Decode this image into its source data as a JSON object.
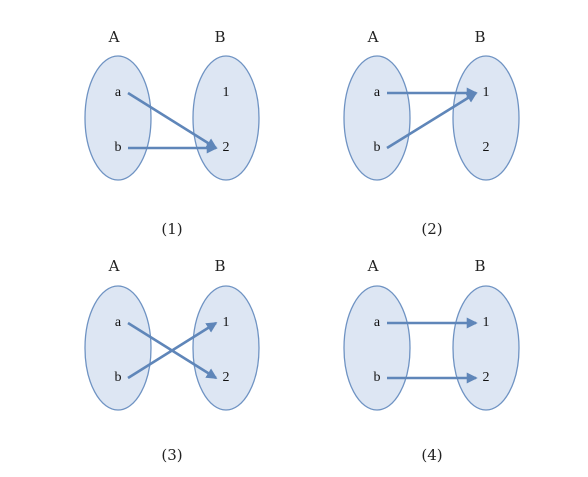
{
  "diagrams": [
    {
      "caption": "(1)",
      "set_a_label": "A",
      "set_b_label": "B",
      "domain": [
        "a",
        "b"
      ],
      "codomain": [
        "1",
        "2"
      ],
      "mapping": [
        [
          "a",
          "2"
        ],
        [
          "b",
          "2"
        ]
      ]
    },
    {
      "caption": "(2)",
      "set_a_label": "A",
      "set_b_label": "B",
      "domain": [
        "a",
        "b"
      ],
      "codomain": [
        "1",
        "2"
      ],
      "mapping": [
        [
          "a",
          "1"
        ],
        [
          "b",
          "1"
        ]
      ]
    },
    {
      "caption": "(3)",
      "set_a_label": "A",
      "set_b_label": "B",
      "domain": [
        "a",
        "b"
      ],
      "codomain": [
        "1",
        "2"
      ],
      "mapping": [
        [
          "a",
          "2"
        ],
        [
          "b",
          "1"
        ]
      ]
    },
    {
      "caption": "(4)",
      "set_a_label": "A",
      "set_b_label": "B",
      "domain": [
        "a",
        "b"
      ],
      "codomain": [
        "1",
        "2"
      ],
      "mapping": [
        [
          "a",
          "1"
        ],
        [
          "b",
          "2"
        ]
      ]
    }
  ],
  "colors": {
    "ellipse_fill": "#dde6f3",
    "ellipse_stroke": "#6f93c3",
    "arrow": "#5f86b9"
  }
}
